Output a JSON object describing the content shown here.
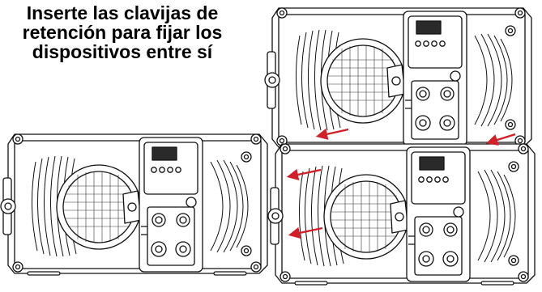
{
  "caption": {
    "lines": [
      "Inserte las clavijas de",
      "retención para fijar los",
      "dispositivos entre sí"
    ]
  },
  "colors": {
    "line": "#111111",
    "arrow": "#d0202a",
    "panel": "#ffffff",
    "display": "#2a2a2a"
  },
  "icons": {
    "fixture": "square-fixture-with-fan-and-rear-panel",
    "arrow": "red-retention-pin-arrow"
  }
}
